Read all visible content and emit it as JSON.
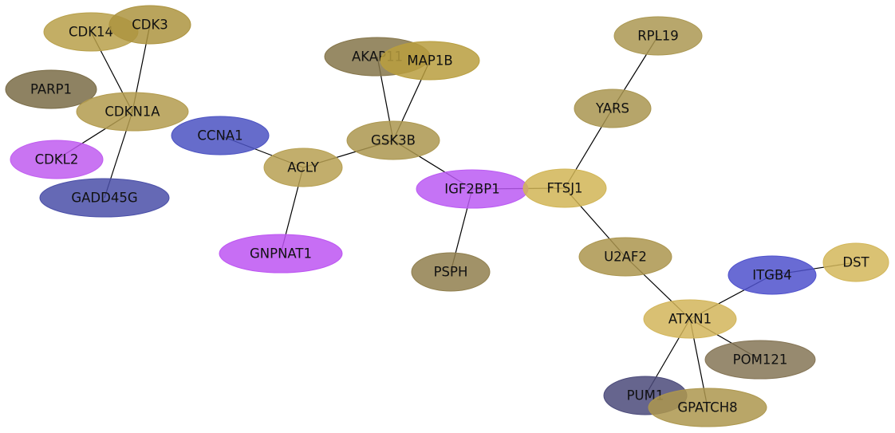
{
  "network": {
    "nodes": [
      {
        "id": "cdk14",
        "label": "CDK14",
        "color": "#b8a04a"
      },
      {
        "id": "cdk3",
        "label": "CDK3",
        "color": "#ad9440"
      },
      {
        "id": "parp1",
        "label": "PARP1",
        "color": "#7a6c47"
      },
      {
        "id": "cdkn1a",
        "label": "CDKN1A",
        "color": "#b39b4e"
      },
      {
        "id": "cdkl2",
        "label": "CDKL2",
        "color": "#c05cf0"
      },
      {
        "id": "gadd45g",
        "label": "GADD45G",
        "color": "#4a4fa8"
      },
      {
        "id": "ccna1",
        "label": "CCNA1",
        "color": "#4b52c2"
      },
      {
        "id": "acly",
        "label": "ACLY",
        "color": "#b7a052"
      },
      {
        "id": "gnpnat1",
        "label": "GNPNAT1",
        "color": "#bd55f2"
      },
      {
        "id": "akap11",
        "label": "AKAP11",
        "color": "#85754a"
      },
      {
        "id": "map1b",
        "label": "MAP1B",
        "color": "#b89e3e"
      },
      {
        "id": "gsk3b",
        "label": "GSK3B",
        "color": "#ac974f"
      },
      {
        "id": "igf2bp1",
        "label": "IGF2BP1",
        "color": "#bb5bf3"
      },
      {
        "id": "psph",
        "label": "PSPH",
        "color": "#907f4e"
      },
      {
        "id": "ftsj1",
        "label": "FTSJ1",
        "color": "#d1b556"
      },
      {
        "id": "rpl19",
        "label": "RPL19",
        "color": "#ab9852"
      },
      {
        "id": "yars",
        "label": "YARS",
        "color": "#a99550"
      },
      {
        "id": "u2af2",
        "label": "U2AF2",
        "color": "#ab954e"
      },
      {
        "id": "itgb4",
        "label": "ITGB4",
        "color": "#4f51cc"
      },
      {
        "id": "dst",
        "label": "DST",
        "color": "#d3b75a"
      },
      {
        "id": "atxn1",
        "label": "ATXN1",
        "color": "#d2b55a"
      },
      {
        "id": "pom121",
        "label": "POM121",
        "color": "#857556"
      },
      {
        "id": "pum1",
        "label": "PUM1",
        "color": "#4b4a7a"
      },
      {
        "id": "gpatch8",
        "label": "GPATCH8",
        "color": "#ad974d"
      }
    ],
    "edges": [
      [
        "cdk14",
        "cdkn1a"
      ],
      [
        "cdk3",
        "cdkn1a"
      ],
      [
        "cdkn1a",
        "cdkl2"
      ],
      [
        "cdkn1a",
        "gadd45g"
      ],
      [
        "ccna1",
        "acly"
      ],
      [
        "acly",
        "gnpnat1"
      ],
      [
        "acly",
        "gsk3b"
      ],
      [
        "akap11",
        "gsk3b"
      ],
      [
        "map1b",
        "gsk3b"
      ],
      [
        "gsk3b",
        "igf2bp1"
      ],
      [
        "igf2bp1",
        "psph"
      ],
      [
        "igf2bp1",
        "ftsj1"
      ],
      [
        "ftsj1",
        "yars"
      ],
      [
        "yars",
        "rpl19"
      ],
      [
        "ftsj1",
        "u2af2"
      ],
      [
        "u2af2",
        "atxn1"
      ],
      [
        "atxn1",
        "itgb4"
      ],
      [
        "itgb4",
        "dst"
      ],
      [
        "atxn1",
        "pom121"
      ],
      [
        "atxn1",
        "pum1"
      ],
      [
        "atxn1",
        "gpatch8"
      ]
    ]
  }
}
